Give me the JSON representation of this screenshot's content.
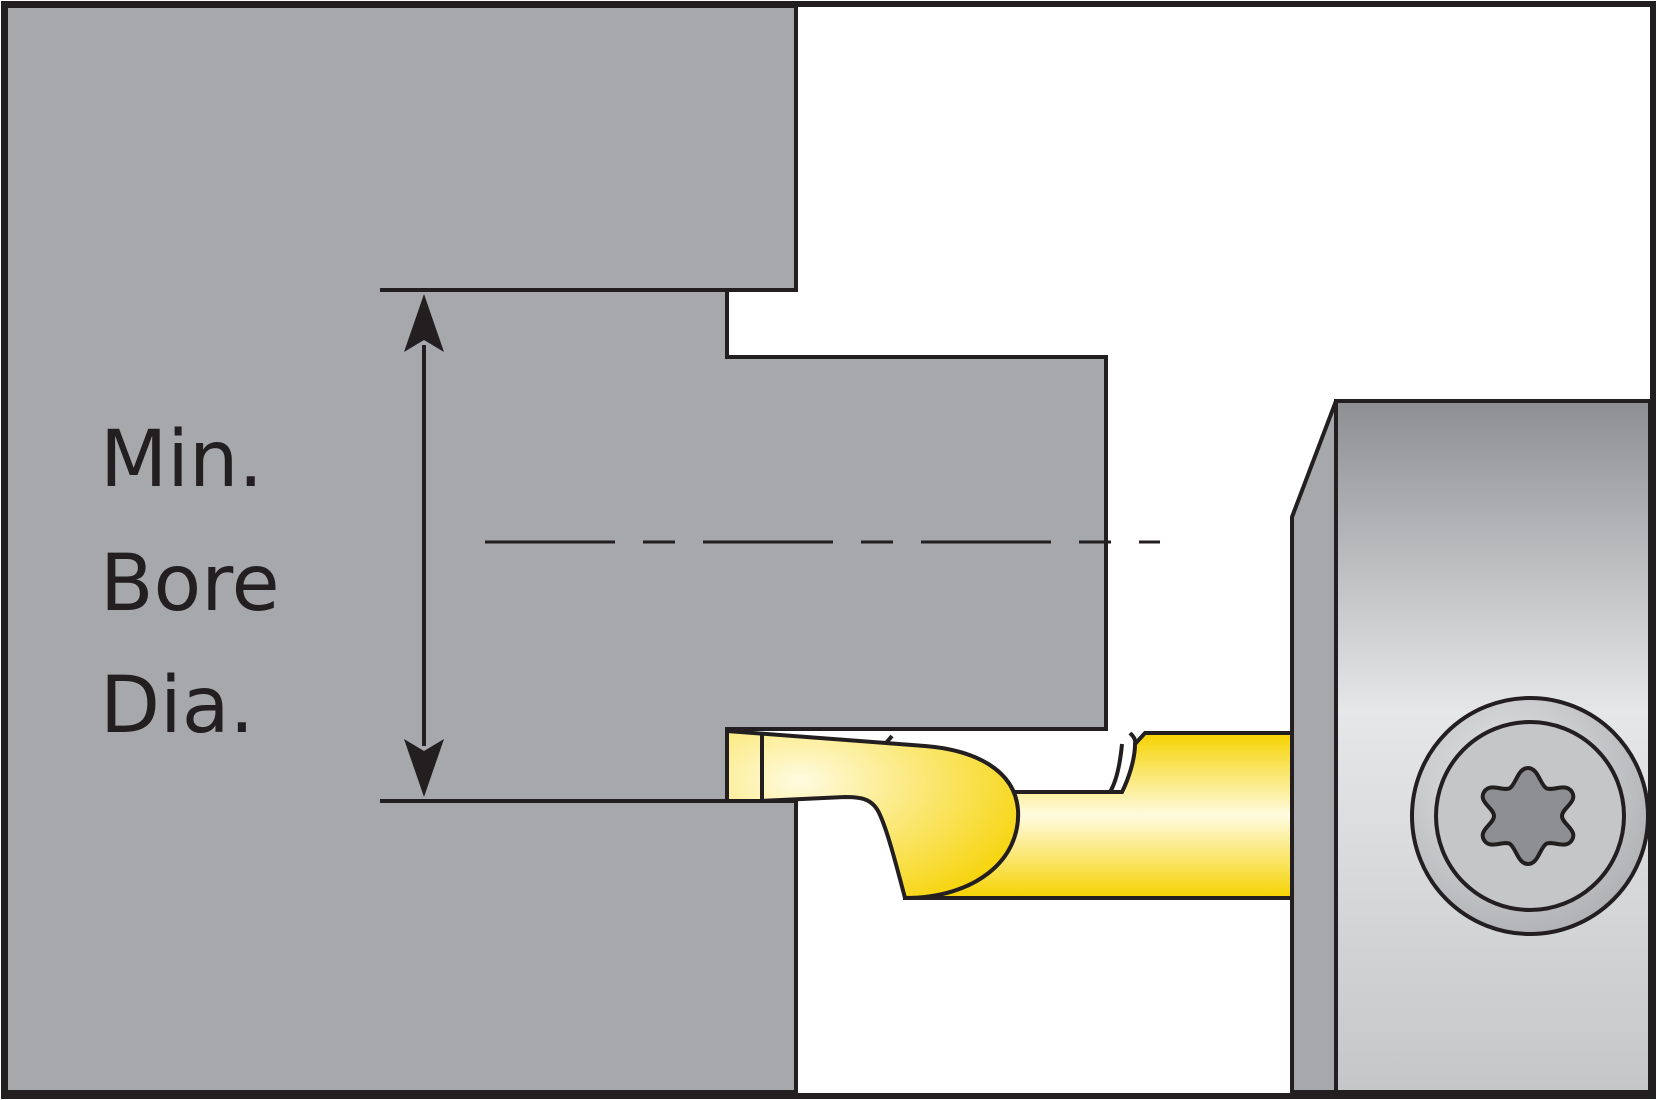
{
  "label": {
    "line1": "Min.",
    "line2": "Bore",
    "line3": "Dia."
  },
  "colors": {
    "workpiece": "#a6a8ab",
    "outline": "#231f20",
    "insert_gold": "#f6d200",
    "insert_highlight": "#fffbe0",
    "holder_dark": "#8d8f92",
    "holder_light": "#e6e7e8",
    "background": "#ffffff"
  },
  "icons": {
    "dimension_arrow": "double-headed-arrow",
    "screw": "torx-screw-icon"
  }
}
